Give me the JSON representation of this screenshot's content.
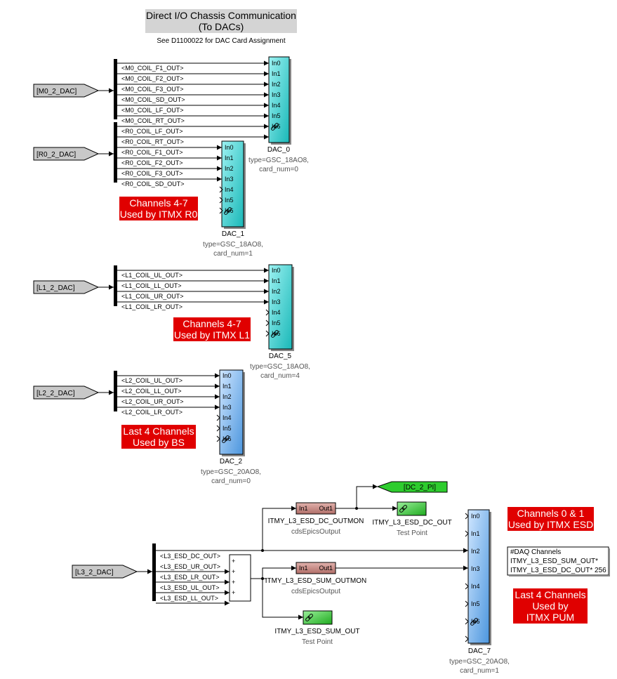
{
  "header": {
    "title_line1": "Direct I/O Chassis Communication",
    "title_line2": "(To DACs)",
    "subtitle": "See D1100022 for DAC Card Assignment"
  },
  "from_tags": {
    "m0": "[M0_2_DAC]",
    "r0": "[R0_2_DAC]",
    "l1": "[L1_2_DAC]",
    "l2": "[L2_2_DAC]",
    "l3": "[L3_2_DAC]"
  },
  "goto_tag": "[DC_2_PI]",
  "signals": {
    "m0": [
      "<M0_COIL_F1_OUT>",
      "<M0_COIL_F2_OUT>",
      "<M0_COIL_F3_OUT>",
      "<M0_COIL_SD_OUT>",
      "<M0_COIL_LF_OUT>",
      "<M0_COIL_RT_OUT>"
    ],
    "r0": [
      "<R0_COIL_LF_OUT>",
      "<R0_COIL_RT_OUT>",
      "<R0_COIL_F1_OUT>",
      "<R0_COIL_F2_OUT>",
      "<R0_COIL_F3_OUT>",
      "<R0_COIL_SD_OUT>"
    ],
    "l1": [
      "<L1_COIL_UL_OUT>",
      "<L1_COIL_LL_OUT>",
      "<L1_COIL_UR_OUT>",
      "<L1_COIL_LR_OUT>"
    ],
    "l2": [
      "<L2_COIL_UL_OUT>",
      "<L2_COIL_LL_OUT>",
      "<L2_COIL_UR_OUT>",
      "<L2_COIL_LR_OUT>"
    ],
    "l3": [
      "<L3_ESD_DC_OUT>",
      "<L3_ESD_UR_OUT>",
      "<L3_ESD_LR_OUT>",
      "<L3_ESD_UL_OUT>",
      "<L3_ESD_LL_OUT>"
    ]
  },
  "ports": [
    "In0",
    "In1",
    "In2",
    "In3",
    "In4",
    "In5",
    "In6"
  ],
  "dacs": {
    "dac0": {
      "name": "DAC_0",
      "type": "type=GSC_18AO8,",
      "card": "card_num=0"
    },
    "dac1": {
      "name": "DAC_1",
      "type": "type=GSC_18AO8,",
      "card": "card_num=1"
    },
    "dac5": {
      "name": "DAC_5",
      "type": "type=GSC_18AO8,",
      "card": "card_num=4"
    },
    "dac2": {
      "name": "DAC_2",
      "type": "type=GSC_20AO8,",
      "card": "card_num=0"
    },
    "dac7": {
      "name": "DAC_7",
      "type": "type=GSC_20AO8,",
      "card": "card_num=1"
    }
  },
  "epics": {
    "in_label": "In1",
    "out_label": "Out1",
    "dc_name": "ITMY_L3_ESD_DC_OUTMON",
    "sum_name": "ITMY_L3_ESD_SUM_OUTMON",
    "sub": "cdsEpicsOutput"
  },
  "testpoints": {
    "dc_name": "ITMY_L3_ESD_DC_OUT",
    "sum_name": "ITMY_L3_ESD_SUM_OUT",
    "sub": "Test Point"
  },
  "notes": {
    "r0": [
      "Channels 4-7",
      "Used by ITMX R0"
    ],
    "l1": [
      "Channels 4-7",
      "Used by ITMX L1"
    ],
    "bs": [
      "Last 4 Channels",
      "Used by BS"
    ],
    "esd": [
      "Channels 0 & 1",
      "Used by ITMX ESD"
    ],
    "pum": [
      "Last 4 Channels",
      "Used by",
      "ITMX PUM"
    ]
  },
  "daq": [
    "#DAQ Channels",
    "ITMY_L3_ESD_SUM_OUT*",
    "ITMY_L3_ESD_DC_OUT* 256"
  ],
  "colors": {
    "dac_18": "#40d8d8",
    "dac_20": "#7ab8ee",
    "note_bg": "#e00000",
    "goto_fill": "#2ecc2e",
    "epics_fill": "#c98a84",
    "testpoint_fill": "#3cc83c",
    "from_fill": "#c8c8c8",
    "title_bg": "#d4d4d4"
  }
}
